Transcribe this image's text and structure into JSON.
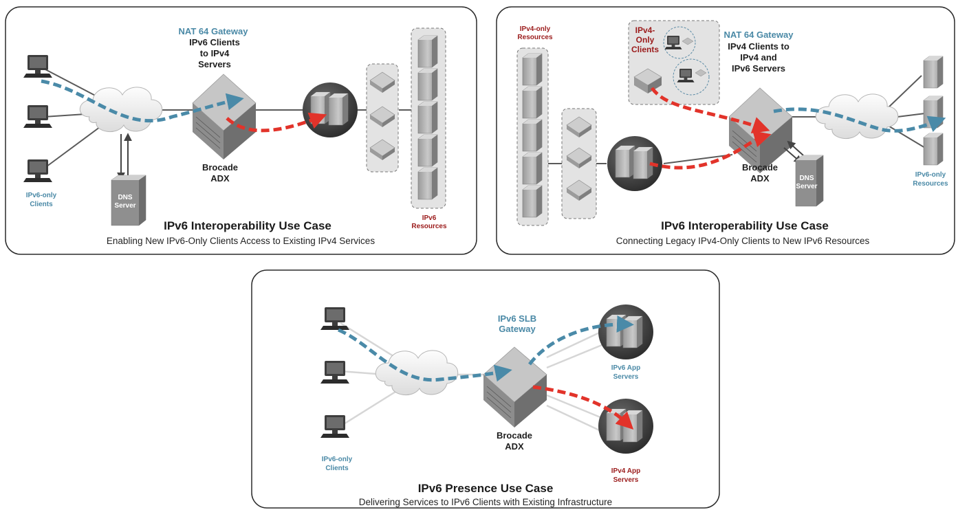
{
  "panel1": {
    "gateway_title": "NAT 64 Gateway",
    "gateway_desc": [
      "IPv6 Clients",
      "to IPv4",
      "Servers"
    ],
    "device_label": [
      "Brocade",
      "ADX"
    ],
    "clients_label": [
      "IPv6-only",
      "Clients"
    ],
    "dns_label": [
      "DNS",
      "Server"
    ],
    "resources_label": [
      "IPv6",
      "Resources"
    ],
    "title": "IPv6 Interoperability Use Case",
    "subtitle": "Enabling New IPv6-Only Clients Access to Existing IPv4 Services"
  },
  "panel2": {
    "resources_label": [
      "IPv4-only",
      "Resources"
    ],
    "clients_label": [
      "IPv4-",
      "Only",
      "Clients"
    ],
    "gateway_title": "NAT 64 Gateway",
    "gateway_desc": [
      "IPv4 Clients to",
      "IPv4 and",
      "IPv6 Servers"
    ],
    "device_label": [
      "Brocade",
      "ADX"
    ],
    "dns_label": [
      "DNS",
      "Server"
    ],
    "v6_resources_label": [
      "IPv6-only",
      "Resources"
    ],
    "title": "IPv6 Interoperability Use Case",
    "subtitle": "Connecting Legacy IPv4-Only Clients to New IPv6 Resources"
  },
  "panel3": {
    "gateway_title": [
      "IPv6 SLB",
      "Gateway"
    ],
    "device_label": [
      "Brocade",
      "ADX"
    ],
    "clients_label": [
      "IPv6-only",
      "Clients"
    ],
    "v6_app_label": [
      "IPv6 App",
      "Servers"
    ],
    "v4_app_label": [
      "IPv4 App",
      "Servers"
    ],
    "title": "IPv6 Presence Use Case",
    "subtitle": "Delivering Services to IPv6 Clients with Existing Infrastructure"
  },
  "colors": {
    "blue_flow": "#4a8aa8",
    "red_flow": "#e2332a",
    "panel_border": "#2a2a2a",
    "device_gray": "#a7a7a7"
  }
}
